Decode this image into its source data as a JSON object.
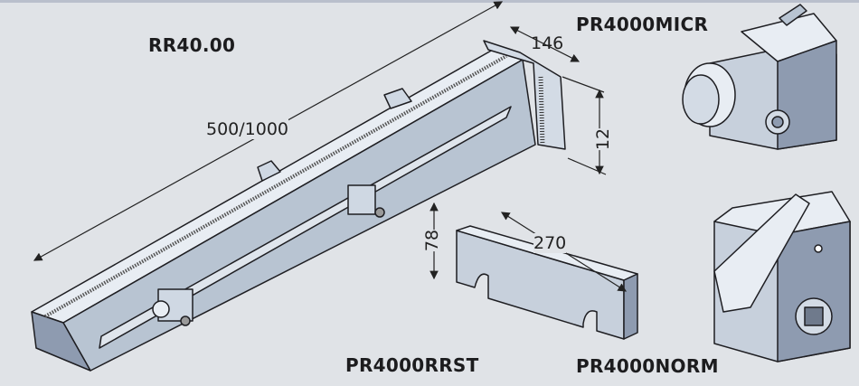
{
  "labels": {
    "rail": "RR40.00",
    "micrometer": "PR4000MICR",
    "rest": "PR4000RRST",
    "normal": "PR4000NORM"
  },
  "dimensions": {
    "rail_length": "500/1000",
    "end_width": "146",
    "end_height": "12",
    "rest_height": "78",
    "rest_length": "270"
  },
  "colors": {
    "background": "#e0e3e7",
    "metal_light": "#e8edf3",
    "metal_mid": "#b8c4d2",
    "metal_dark": "#8e9bb0",
    "outline": "#1e1e22"
  }
}
